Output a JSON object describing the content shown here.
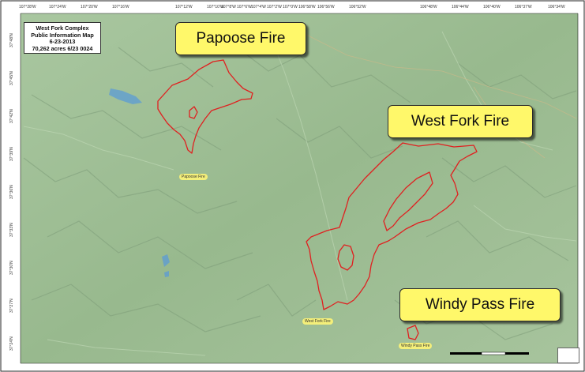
{
  "info_box": {
    "line1": "West Fork Complex",
    "line2": "Public Information Map",
    "line3": "6-23-2013",
    "line4": "70,262 acres 6/23 0024"
  },
  "callouts": {
    "papoose": "Papoose Fire",
    "west_fork": "West Fork Fire",
    "windy_pass": "Windy Pass Fire"
  },
  "map_labels": {
    "papoose": "Papoose Fire",
    "west_fork": "West Fork Fire",
    "windy_pass": "Windy Pass Fire"
  },
  "longitude_ticks": [
    "107°28'W",
    "107°24'W",
    "107°20'W",
    "107°16'W",
    "107°12'W",
    "107°10'W",
    "107°8'W",
    "107°6'W",
    "107°4'W",
    "107°2'W",
    "107°0'W",
    "106°58'W",
    "106°56'W",
    "106°52'W",
    "106°48'W",
    "106°44'W",
    "106°40'W",
    "106°37'W",
    "106°34'W"
  ],
  "latitude_ticks": [
    "37°48'N",
    "37°45'N",
    "37°42'N",
    "37°39'N",
    "37°36'N",
    "37°33'N",
    "37°30'N",
    "37°27'N",
    "37°24'N"
  ],
  "colors": {
    "terrain": "#9fbf95",
    "ridges": "#7a9a76",
    "fire_perimeter": "#e02020",
    "callout_fill": "#fff86a",
    "water": "#5b9bd5"
  }
}
